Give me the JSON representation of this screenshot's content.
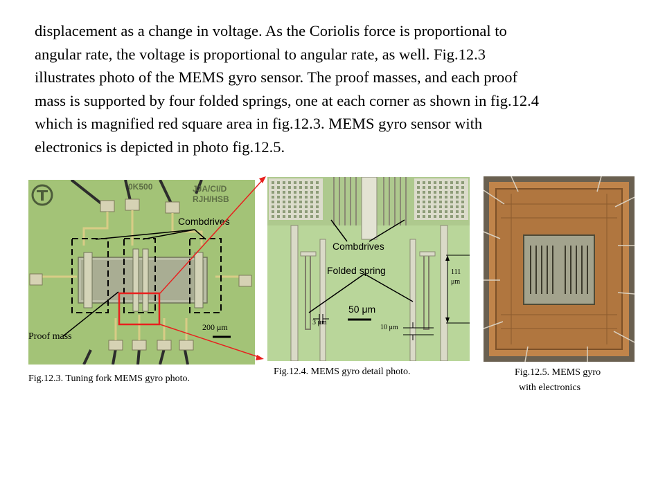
{
  "paragraph": [
    "displacement as a change in voltage. As the Coriolis force is proportional to",
    "angular rate, the voltage is proportional to angular rate, as well. Fig.12.3",
    "illustrates photo of the MEMS gyro sensor. The proof masses, and each proof",
    "mass is supported by four folded springs, one at each corner as shown in fig.12.4",
    "which is magnified red square area in fig.12.3. MEMS gyro sensor with",
    "electronics is depicted in photo fig.12.5."
  ],
  "fig3": {
    "caption": "Fig.12.3. Tuning fork MEMS gyro photo.",
    "combdrives_label": "Combdrives",
    "proof_mass_label": "Proof mass",
    "scale_label": "200 μm",
    "chip_text_top": "JJA/CI/D",
    "chip_text_bottom": "RJH/HSB",
    "chip_text_side": "0K500"
  },
  "fig4": {
    "caption": "Fig.12.4. MEMS gyro detail photo.",
    "combdrives_label": "Combdrives",
    "folded_spring_label": "Folded spring",
    "scale_50": "50 μm",
    "scale_3": "3 μm",
    "scale_10": "10 μm",
    "scale_111_a": "111",
    "scale_111_b": "μm"
  },
  "fig5": {
    "caption_line1": "Fig.12.5. MEMS gyro",
    "caption_line2": "with electronics"
  },
  "colors": {
    "annotation_red": "#e8201e",
    "chip_green": "#a6c67c",
    "die_copper": "#c0844a"
  }
}
